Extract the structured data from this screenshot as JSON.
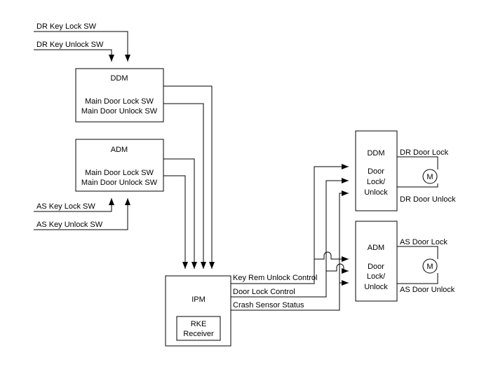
{
  "inputs": {
    "dr_key_lock": "DR Key Lock SW",
    "dr_key_unlock": "DR Key Unlock SW",
    "as_key_lock": "AS Key Lock SW",
    "as_key_unlock": "AS Key Unlock SW"
  },
  "ddm_upper": {
    "title": "DDM",
    "lock_sw": "Main Door Lock SW",
    "unlock_sw": "Main Door Unlock SW"
  },
  "adm_upper": {
    "title": "ADM",
    "lock_sw": "Main Door Lock SW",
    "unlock_sw": "Main Door Unlock SW"
  },
  "ipm": {
    "title": "IPM",
    "rke_line1": "RKE",
    "rke_line2": "Receiver"
  },
  "signals": {
    "key_rem_unlock": "Key Rem Unlock Control",
    "door_lock_control": "Door Lock Control",
    "crash_sensor": "Crash Sensor Status"
  },
  "ddm_right": {
    "title": "DDM",
    "line1": "Door",
    "line2": "Lock/",
    "line3": "Unlock",
    "out_lock": "DR Door Lock",
    "out_unlock": "DR Door Unlock",
    "motor": "M"
  },
  "adm_right": {
    "title": "ADM",
    "line1": "Door",
    "line2": "Lock/",
    "line3": "Unlock",
    "out_lock": "AS Door Lock",
    "out_unlock": "AS Door Unlock",
    "motor": "M"
  }
}
